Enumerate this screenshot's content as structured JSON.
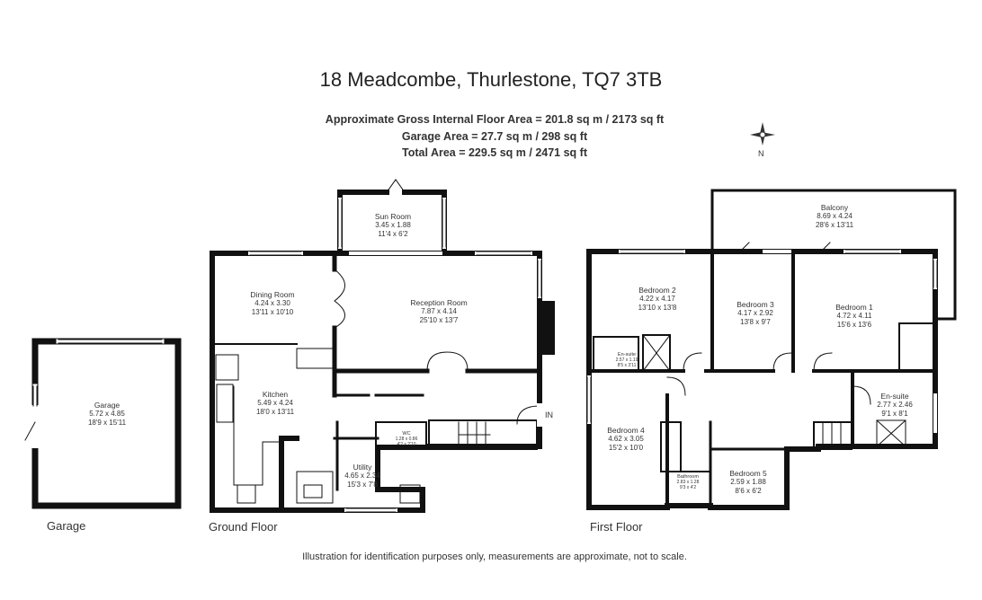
{
  "title": "18 Meadcombe, Thurlestone, TQ7 3TB",
  "areas": {
    "gross": "Approximate Gross Internal Floor Area  = 201.8 sq m / 2173 sq ft",
    "garage": "Garage Area = 27.7 sq m / 298 sq ft",
    "total": "Total Area = 229.5 sq m / 2471 sq ft"
  },
  "compass": {
    "north": "N"
  },
  "entrance": "IN",
  "floors": {
    "garage": "Garage",
    "ground": "Ground Floor",
    "first": "First Floor"
  },
  "rooms": {
    "garage": {
      "name": "Garage",
      "metric": "5.72 x 4.85",
      "imperial": "18'9 x 15'11"
    },
    "sun_room": {
      "name": "Sun Room",
      "metric": "3.45 x 1.88",
      "imperial": "11'4 x 6'2"
    },
    "dining_room": {
      "name": "Dining Room",
      "metric": "4.24 x 3.30",
      "imperial": "13'11 x 10'10"
    },
    "reception_room": {
      "name": "Reception Room",
      "metric": "7.87 x 4.14",
      "imperial": "25'10 x 13'7"
    },
    "kitchen": {
      "name": "Kitchen",
      "metric": "5.49 x 4.24",
      "imperial": "18'0 x 13'11"
    },
    "wc": {
      "name": "WC",
      "metric": "1.28 x 0.86",
      "imperial": "4'2 x 2'10"
    },
    "utility": {
      "name": "Utility",
      "metric": "4.65 x 2.34",
      "imperial": "15'3 x 7'8"
    },
    "balcony": {
      "name": "Balcony",
      "metric": "8.69 x 4.24",
      "imperial": "28'6 x 13'11"
    },
    "bedroom2": {
      "name": "Bedroom 2",
      "metric": "4.22 x 4.17",
      "imperial": "13'10 x 13'8"
    },
    "bedroom3": {
      "name": "Bedroom 3",
      "metric": "4.17 x 2.92",
      "imperial": "13'8 x 9'7"
    },
    "bedroom1": {
      "name": "Bedroom 1",
      "metric": "4.72 x 4.11",
      "imperial": "15'6 x 13'6"
    },
    "ensuite_small": {
      "name": "En-suite",
      "metric": "2.57 x 1.19",
      "imperial": "8'5 x 3'11"
    },
    "ensuite": {
      "name": "En-suite",
      "metric": "2.77 x 2.46",
      "imperial": "9'1 x 8'1"
    },
    "bedroom4": {
      "name": "Bedroom 4",
      "metric": "4.62 x 3.05",
      "imperial": "15'2 x 10'0"
    },
    "bathroom": {
      "name": "Bathroom",
      "metric": "2.83 x 1.28",
      "imperial": "9'3 x 4'2"
    },
    "bedroom5": {
      "name": "Bedroom 5",
      "metric": "2.59 x 1.88",
      "imperial": "8'6 x 6'2"
    }
  },
  "footer": "Illustration for identification purposes only, measurements are approximate, not to scale."
}
